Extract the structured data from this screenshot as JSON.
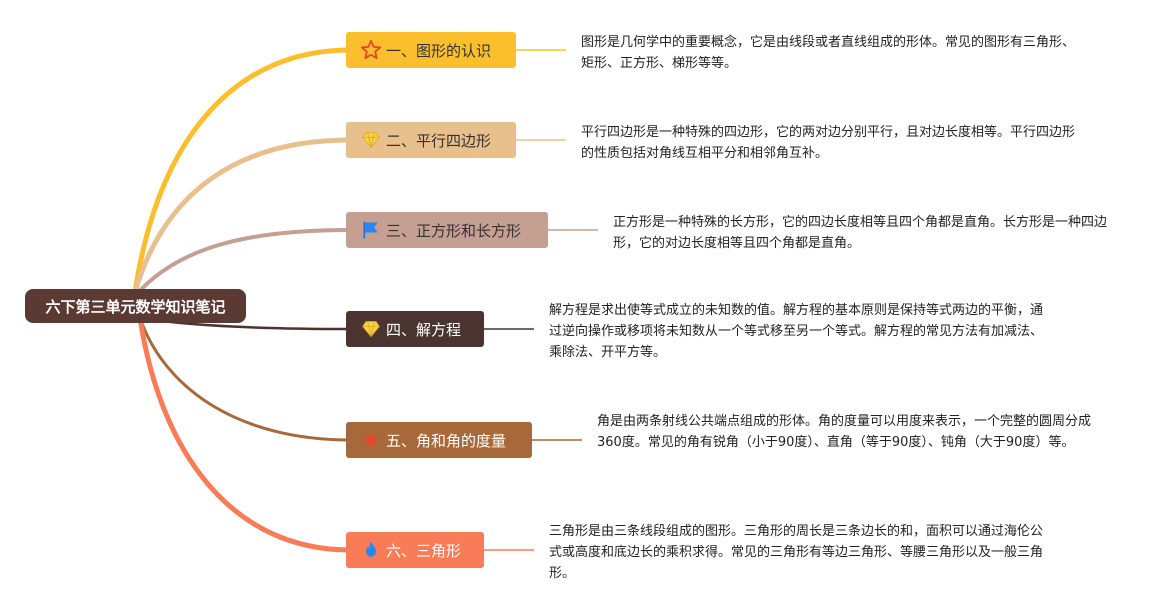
{
  "root": {
    "title": "六下第三单元数学知识笔记"
  },
  "branches": [
    {
      "label": "一、图形的认识",
      "color": "#fbbf2d",
      "icon": "star-outline-icon",
      "text": "图形是几何学中的重要概念，它是由线段或者直线组成的形体。常见的图形有三角形、矩形、正方形、梯形等等。"
    },
    {
      "label": "二、平行四边形",
      "color": "#e8c08e",
      "icon": "diamond-icon",
      "text": "平行四边形是一种特殊的四边形，它的两对边分别平行，且对边长度相等。平行四边形的性质包括对角线互相平分和相邻角互补。"
    },
    {
      "label": "三、正方形和长方形",
      "color": "#c49f92",
      "icon": "flag-icon",
      "text": "正方形是一种特殊的长方形，它的四边长度相等且四个角都是直角。长方形是一种四边形，它的对边长度相等且四个角都是直角。"
    },
    {
      "label": "四、解方程",
      "color": "#4b3430",
      "icon": "diamond-icon",
      "text": "解方程是求出使等式成立的未知数的值。解方程的基本原则是保持等式两边的平衡，通过逆向操作或移项将未知数从一个等式移至另一个等式。解方程的常见方法有加减法、乘除法、开平方等。"
    },
    {
      "label": "五、角和角的度量",
      "color": "#a8693a",
      "icon": "star-filled-icon",
      "text": "角是由两条射线公共端点组成的形体。角的度量可以用度来表示，一个完整的圆周分成360度。常见的角有锐角（小于90度）、直角（等于90度）、钝角（大于90度）等。"
    },
    {
      "label": "六、三角形",
      "color": "#f77c57",
      "icon": "flame-icon",
      "text": "三角形是由三条线段组成的图形。三角形的周长是三条边长的和，面积可以通过海伦公式或高度和底边长的乘积求得。常见的三角形有等边三角形、等腰三角形以及一般三角形。"
    }
  ]
}
